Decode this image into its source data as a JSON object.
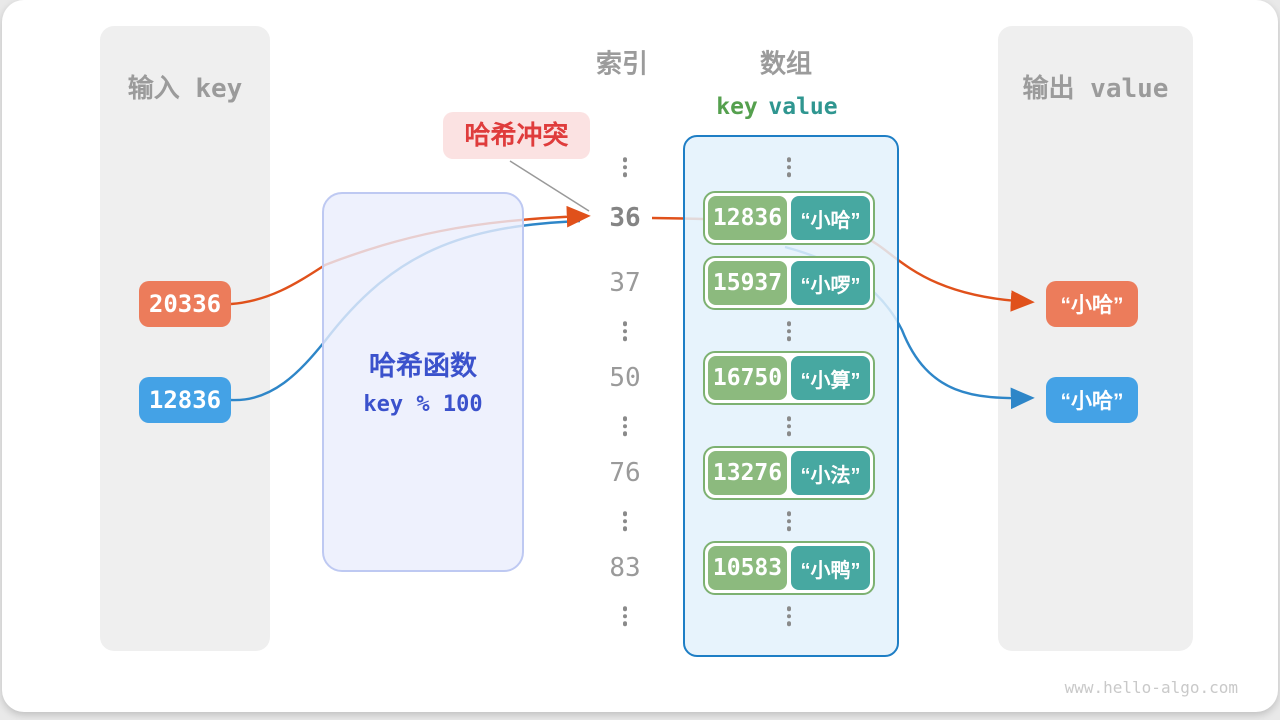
{
  "input_panel": {
    "title": "输入 key",
    "keys": [
      {
        "text": "20336",
        "color": "orange"
      },
      {
        "text": "12836",
        "color": "blue"
      }
    ]
  },
  "output_panel": {
    "title": "输出 value",
    "values": [
      {
        "text": "“小哈”",
        "color": "orange"
      },
      {
        "text": "“小哈”",
        "color": "blue"
      }
    ]
  },
  "hash_function": {
    "name": "哈希函数",
    "formula": "key % 100"
  },
  "collision_label": {
    "text": "哈希冲突"
  },
  "column_headers": {
    "index": "索引",
    "array": "数组",
    "key": "key",
    "value": "value"
  },
  "index_column": [
    {
      "dots": true
    },
    {
      "num": "36",
      "highlight": true
    },
    {
      "num": "37"
    },
    {
      "dots": true
    },
    {
      "num": "50"
    },
    {
      "dots": true
    },
    {
      "num": "76"
    },
    {
      "dots": true
    },
    {
      "num": "83"
    },
    {
      "dots": true
    }
  ],
  "array_slots": [
    {
      "dots": true
    },
    {
      "key": "12836",
      "value": "“小哈”"
    },
    {
      "key": "15937",
      "value": "“小啰”"
    },
    {
      "dots": true
    },
    {
      "key": "16750",
      "value": "“小算”"
    },
    {
      "dots": true
    },
    {
      "key": "13276",
      "value": "“小法”"
    },
    {
      "dots": true
    },
    {
      "key": "10583",
      "value": "“小鸭”"
    },
    {
      "dots": true
    }
  ],
  "watermark": "www.hello-algo.com",
  "colors": {
    "key_orange": "#ec7c5b",
    "key_blue": "#44a2e6",
    "arrow_orange": "#e0511b",
    "arrow_blue": "#2e86c8",
    "bucket_key_green": "#8cba7e",
    "bucket_value_teal": "#47a8a1",
    "bucket_border_green": "#7db171",
    "array_border_blue": "#1e7ec5",
    "hash_text_blue": "#3b52cc",
    "collision_red": "#df3c3c",
    "collision_bg": "#fbe2e2",
    "panel_gray": "#efefef",
    "header_gray": "#9b9b9b",
    "key_header_green": "#55a04e",
    "value_header_teal": "#2f9690"
  }
}
